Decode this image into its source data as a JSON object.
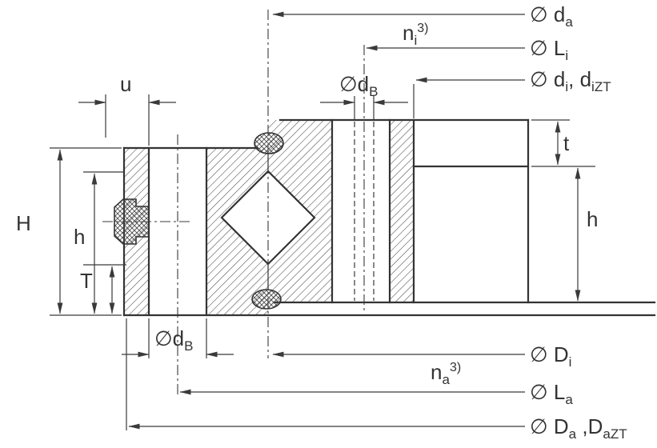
{
  "drawing": {
    "type": "bearing-cross-section",
    "line_color": "#3a3a3a",
    "labels": {
      "d_a": {
        "pre": "∅ d",
        "sub": "a"
      },
      "L_i": {
        "pre": "∅ L",
        "sub": "i"
      },
      "d_i": {
        "pre": "∅ d",
        "sub": "i",
        "mid": ", d",
        "sub2": "iZT"
      },
      "n_i": {
        "pre": "n",
        "sub": "i",
        "sup": "3)"
      },
      "d_B_top": {
        "pre": "∅d",
        "sub": "B"
      },
      "u": "u",
      "t": "t",
      "h_right": "h",
      "H": "H",
      "h_left": "h",
      "T": "T",
      "d_B_bottom": {
        "pre": "∅d",
        "sub": "B"
      },
      "D_i": {
        "pre": "∅ D",
        "sub": "i"
      },
      "n_a": {
        "pre": "n",
        "sub": "a",
        "sup": "3)"
      },
      "L_a": {
        "pre": "∅ L",
        "sub": "a"
      },
      "D_a": {
        "pre": "∅ D",
        "sub": "a",
        "mid": " ,D",
        "sub2": "aZT"
      }
    }
  }
}
